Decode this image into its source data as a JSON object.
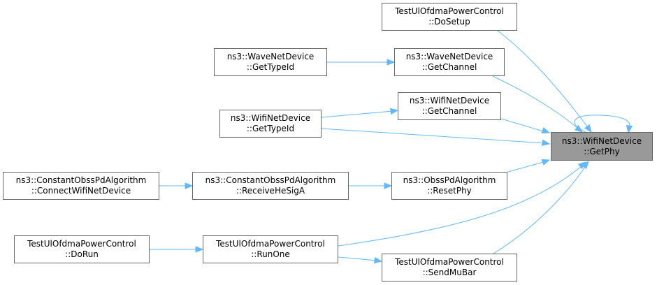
{
  "diagram": {
    "edge_color": "#63b8ff",
    "node_border_color": "#666666",
    "target_fill": "#999999",
    "target": {
      "line1": "ns3::WifiNetDevice",
      "line2": "::GetPhy"
    },
    "nodes": {
      "test_doSetup": {
        "line1": "TestUlOfdmaPowerControl",
        "line2": "::DoSetup"
      },
      "wave_getTypeId": {
        "line1": "ns3::WaveNetDevice",
        "line2": "::GetTypeId"
      },
      "wave_getChannel": {
        "line1": "ns3::WaveNetDevice",
        "line2": "::GetChannel"
      },
      "wifi_getChannel": {
        "line1": "ns3::WifiNetDevice",
        "line2": "::GetChannel"
      },
      "wifi_getTypeId": {
        "line1": "ns3::WifiNetDevice",
        "line2": "::GetTypeId"
      },
      "constant_connect": {
        "line1": "ns3::ConstantObssPdAlgorithm",
        "line2": "::ConnectWifiNetDevice"
      },
      "constant_receive": {
        "line1": "ns3::ConstantObssPdAlgorithm",
        "line2": "::ReceiveHeSigA"
      },
      "obss_resetPhy": {
        "line1": "ns3::ObssPdAlgorithm",
        "line2": "::ResetPhy"
      },
      "test_doRun": {
        "line1": "TestUlOfdmaPowerControl",
        "line2": "::DoRun"
      },
      "test_runOne": {
        "line1": "TestUlOfdmaPowerControl",
        "line2": "::RunOne"
      },
      "test_sendMuBar": {
        "line1": "TestUlOfdmaPowerControl",
        "line2": "::SendMuBar"
      }
    }
  }
}
